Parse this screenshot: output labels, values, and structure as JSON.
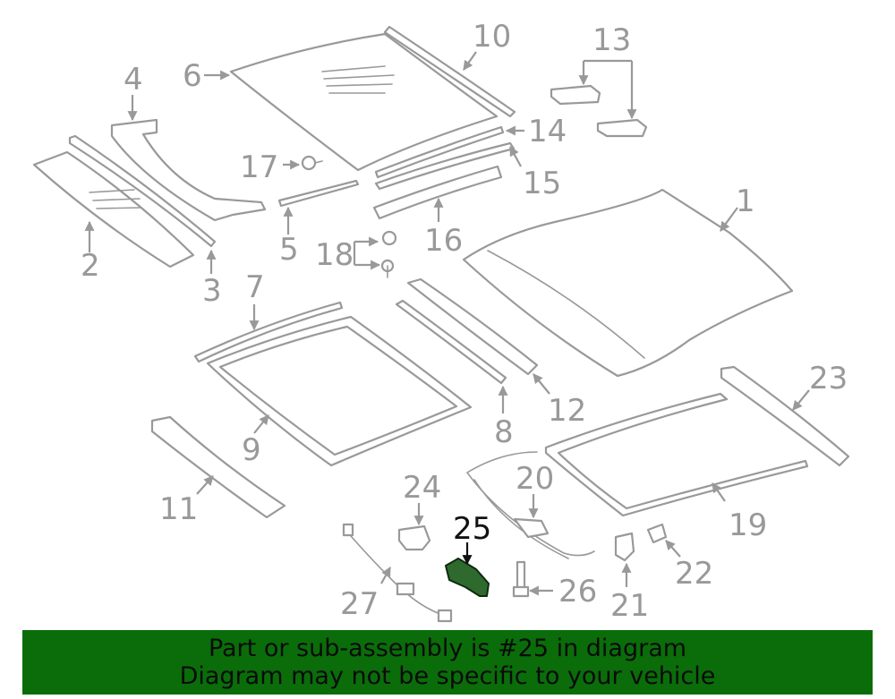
{
  "diagram": {
    "highlighted_part": "25",
    "callouts": [
      "1",
      "2",
      "3",
      "4",
      "5",
      "6",
      "7",
      "8",
      "9",
      "10",
      "11",
      "12",
      "13",
      "14",
      "15",
      "16",
      "17",
      "18",
      "19",
      "20",
      "21",
      "22",
      "23",
      "24",
      "25",
      "26",
      "27"
    ]
  },
  "banner": {
    "line1": "Part or sub-assembly is #25 in diagram",
    "line2": "Diagram may not be specific to your vehicle"
  },
  "colors": {
    "line_art": "#999999",
    "highlight_part": "#2e6a2e",
    "banner_background": "#0a6d0a",
    "banner_text": "#0b0b0b"
  }
}
